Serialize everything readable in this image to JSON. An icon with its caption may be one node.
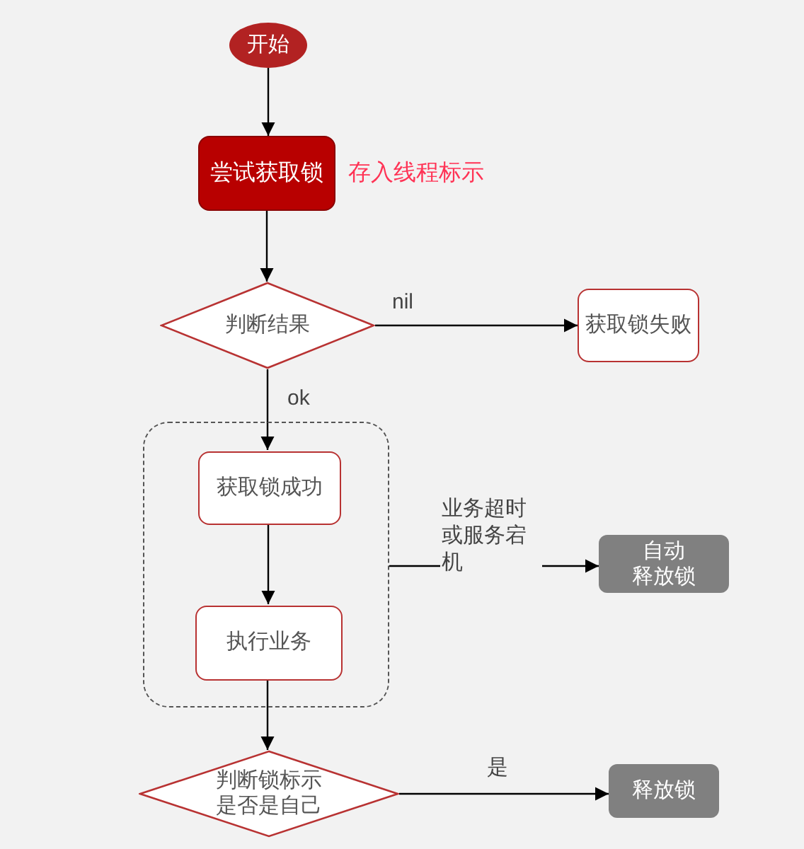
{
  "diagram": {
    "nodes": [
      {
        "text": [
          "开始"
        ]
      },
      {
        "text": [
          "尝试获取锁"
        ],
        "beside": [
          "存入线程标示"
        ]
      },
      {
        "text": [
          "判断结果"
        ]
      },
      {
        "text": [
          "获取锁失败"
        ]
      },
      {
        "text": [],
        "shape": "box"
      },
      {
        "text": [
          "获取锁成功"
        ],
        "in": 4
      },
      {
        "text": [
          "执行业务"
        ],
        "in": 4
      },
      {
        "text": [
          "自动",
          "释放锁"
        ]
      },
      {
        "text": [
          "判断锁标示是否是自己"
        ]
      },
      {
        "text": [
          "释放锁"
        ]
      }
    ],
    "edges": [
      {
        "from": 0,
        "to": 1,
        "arrow": "to"
      },
      {
        "from": 1,
        "to": 2,
        "arrow": "to"
      },
      {
        "from": 2,
        "to": 3,
        "arrow": "to",
        "label": "nil"
      },
      {
        "from": 2,
        "to": 5,
        "arrow": "to",
        "label": "ok"
      },
      {
        "from": 5,
        "to": 6,
        "arrow": "to"
      },
      {
        "from": 6,
        "to": 8,
        "arrow": "to"
      },
      {
        "from": 4,
        "to": 7,
        "arrow": "to",
        "label": "业务超时或服务宕机"
      },
      {
        "from": 8,
        "to": 9,
        "arrow": "to",
        "label": "是"
      }
    ]
  }
}
